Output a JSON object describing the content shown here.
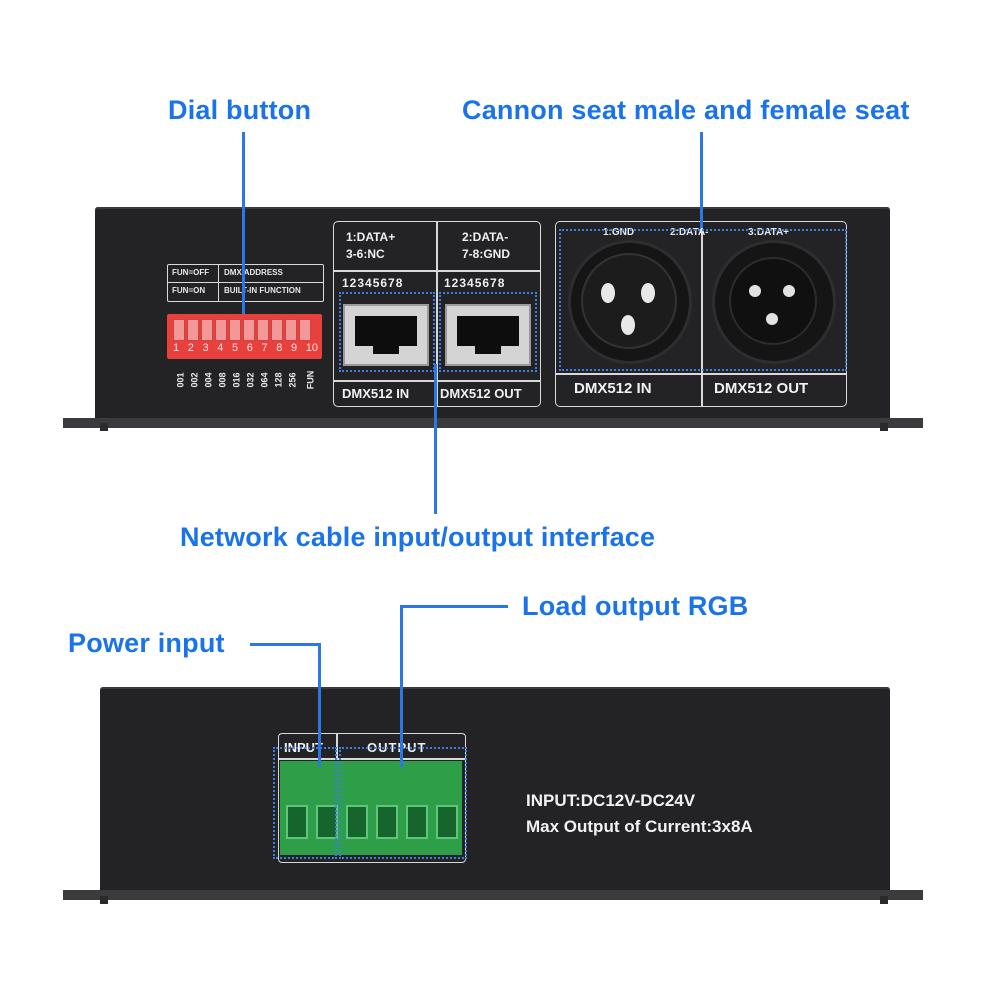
{
  "callouts": {
    "dial_button": "Dial button",
    "cannon_seat": "Cannon seat male and female seat",
    "network_cable": "Network cable input/output interface",
    "load_output": "Load output RGB",
    "power_input": "Power input"
  },
  "top_panel": {
    "dip_header": {
      "fun_off": "FUN=OFF",
      "dmx_address": "DMX ADDRESS",
      "fun_on": "FUN=ON",
      "builtin_function": "BUILT-IN FUNCTION"
    },
    "dip_numbers": [
      "1",
      "2",
      "3",
      "4",
      "5",
      "6",
      "7",
      "8",
      "9",
      "10"
    ],
    "dip_values": [
      "001",
      "002",
      "004",
      "008",
      "016",
      "032",
      "064",
      "128",
      "256",
      "FUN"
    ],
    "rj_in_header": [
      "1:DATA+",
      "3-6:NC"
    ],
    "rj_out_header": [
      "2:DATA-",
      "7-8:GND"
    ],
    "rj_pins": "12345678",
    "rj_in_label": "DMX512 IN",
    "rj_out_label": "DMX512 OUT",
    "xlr_pins": {
      "gnd": "1:GND",
      "data_minus": "2:DATA-",
      "data_plus": "3:DATA+"
    },
    "xlr_in_label": "DMX512 IN",
    "xlr_out_label": "DMX512 OUT"
  },
  "bottom_panel": {
    "input_label": "INPUT",
    "output_label": "OUTPUT",
    "spec_line1": "INPUT:DC12V-DC24V",
    "spec_line2": "Max Output of Current:3x8A"
  },
  "colors": {
    "callout_blue": "#1a73e8",
    "device_body": "#232325",
    "terminal_green": "#2e9e48",
    "dip_red": "#e8403c"
  }
}
